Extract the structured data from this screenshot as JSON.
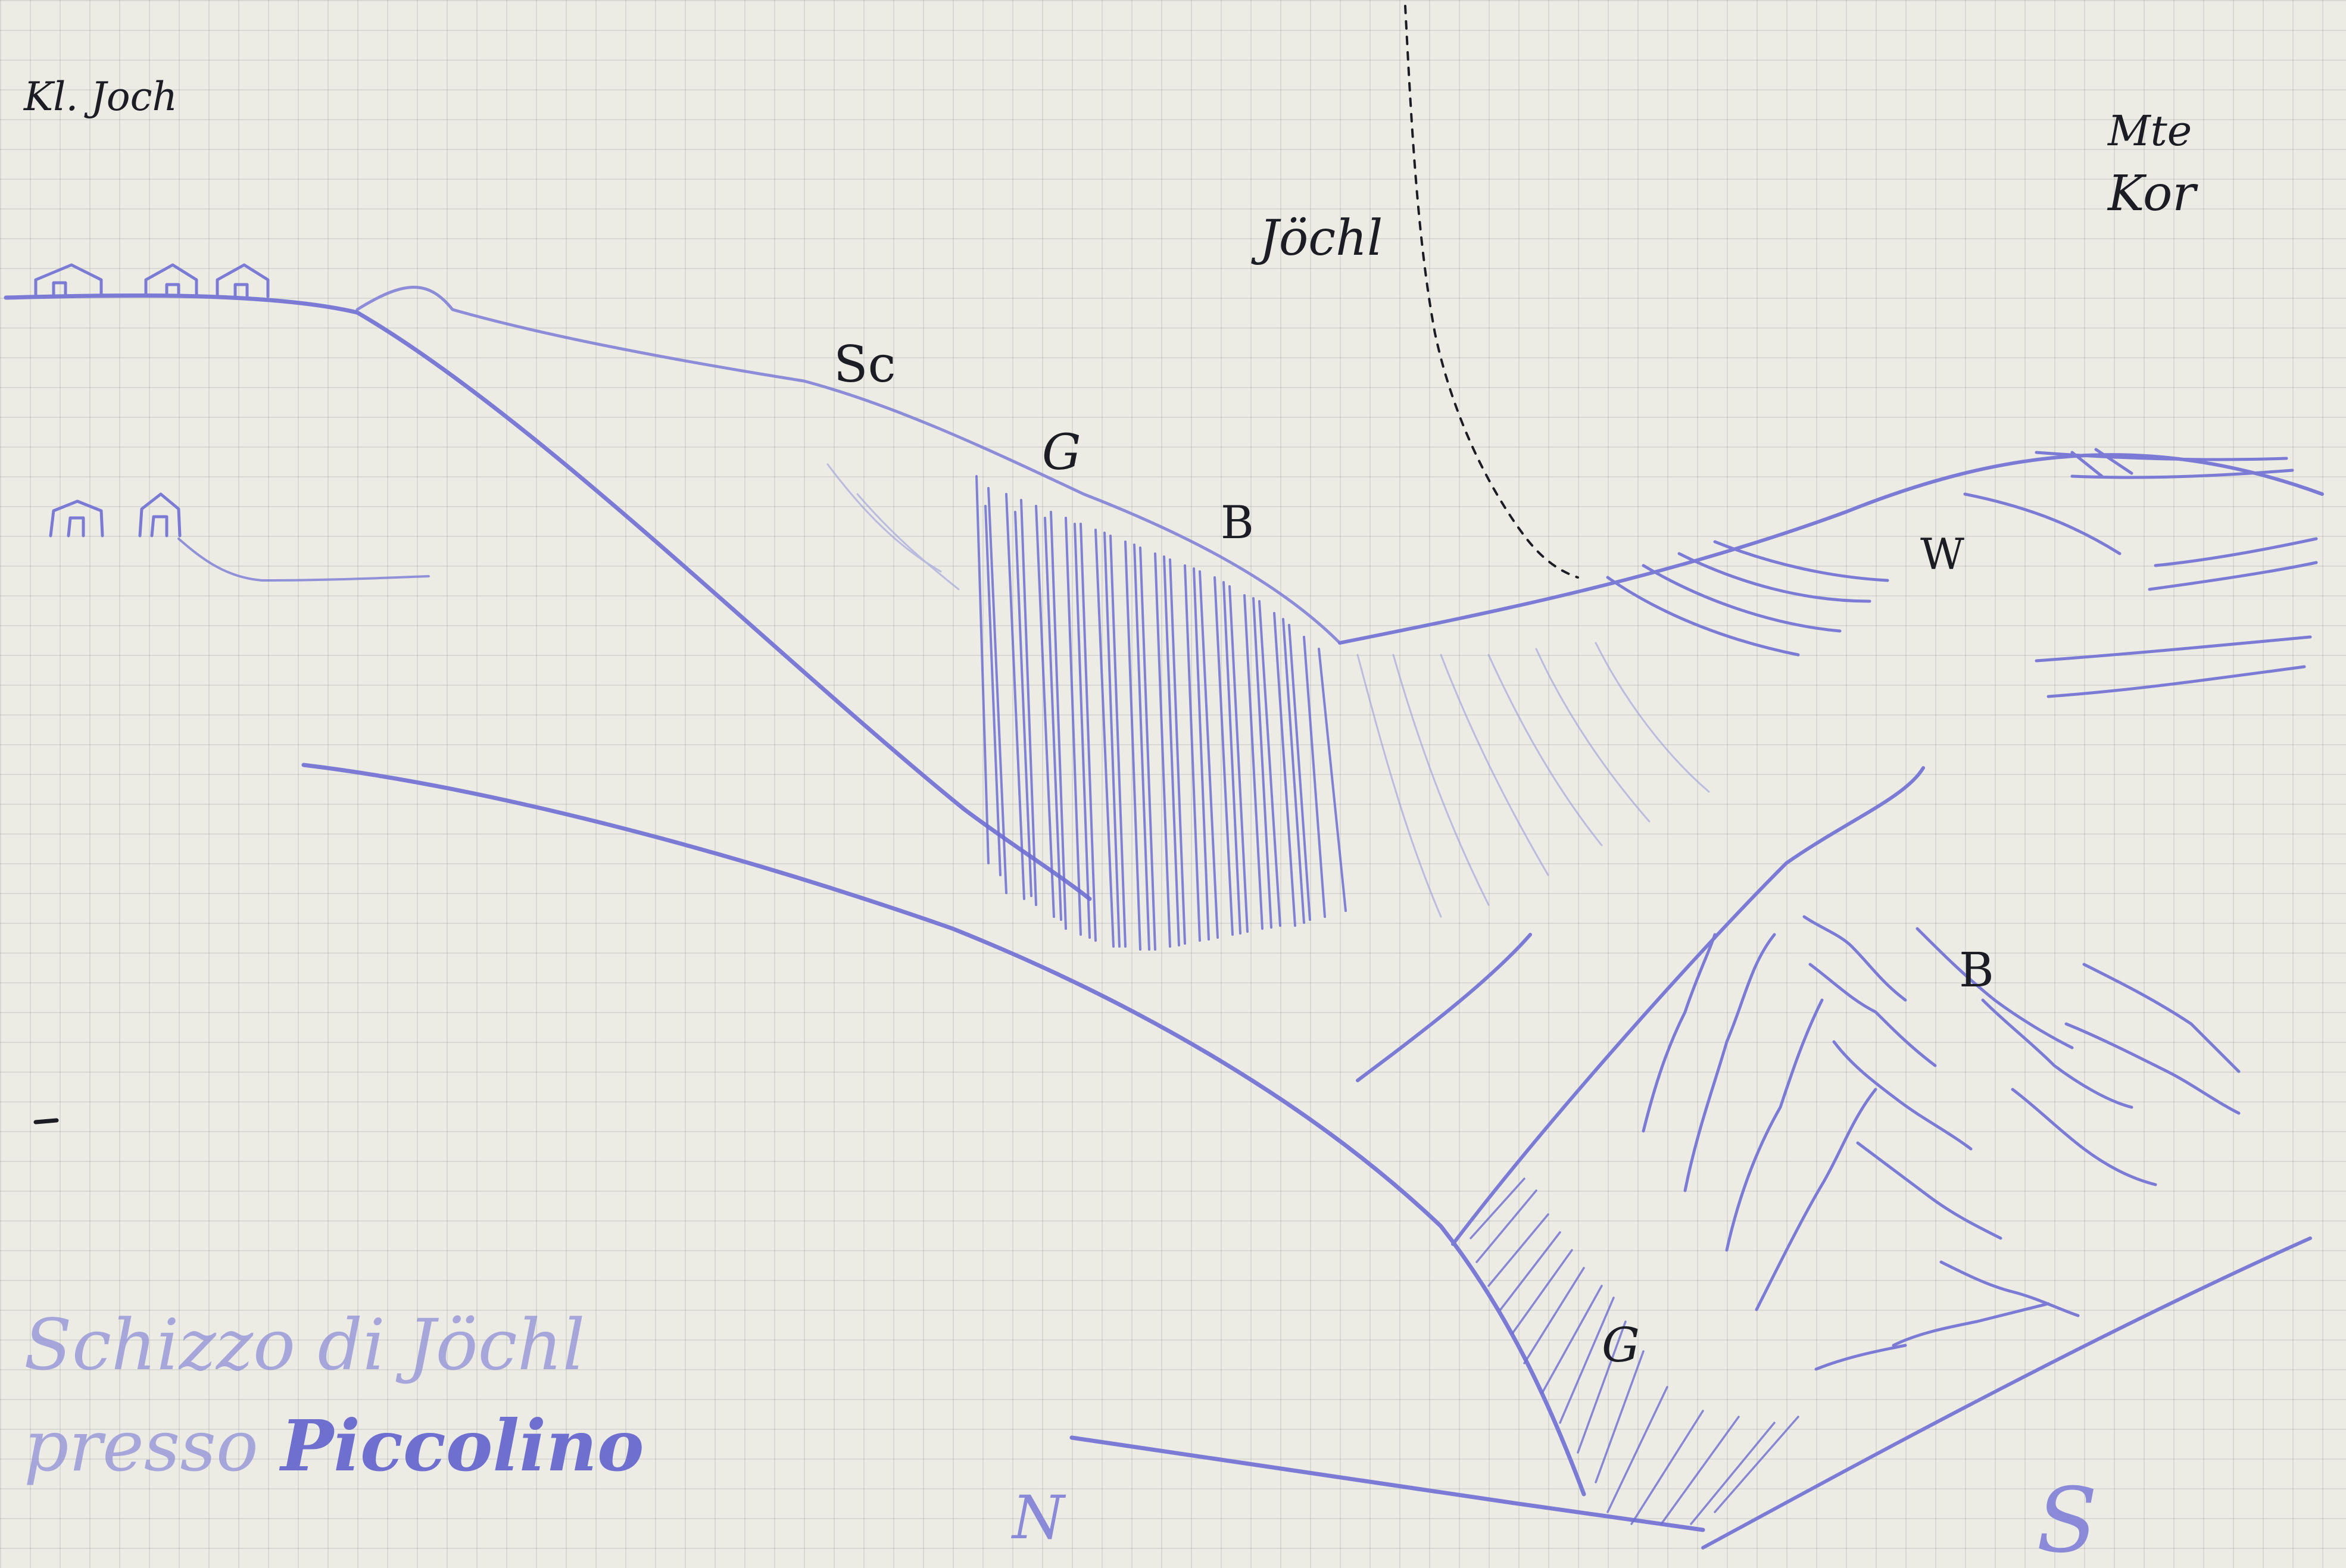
{
  "labels": {
    "kl_joch": "Kl. Joch",
    "mte": "Mte",
    "kor": "Kor",
    "jochl": "Jöchl",
    "sc": "Sc",
    "g_upper": "G",
    "b_upper": "B",
    "w": "W",
    "b_lower": "B",
    "g_lower": "G",
    "north": "N",
    "south": "S"
  },
  "caption": {
    "line1": "Schizzo di Jöchl",
    "line2_prefix": "presso",
    "line2_place": "Piccolino"
  },
  "colors": {
    "paper": "#ecebe4",
    "grid": "#b9bdb6",
    "pencil": "#7b7bd6",
    "ink": "#1c1c24"
  }
}
